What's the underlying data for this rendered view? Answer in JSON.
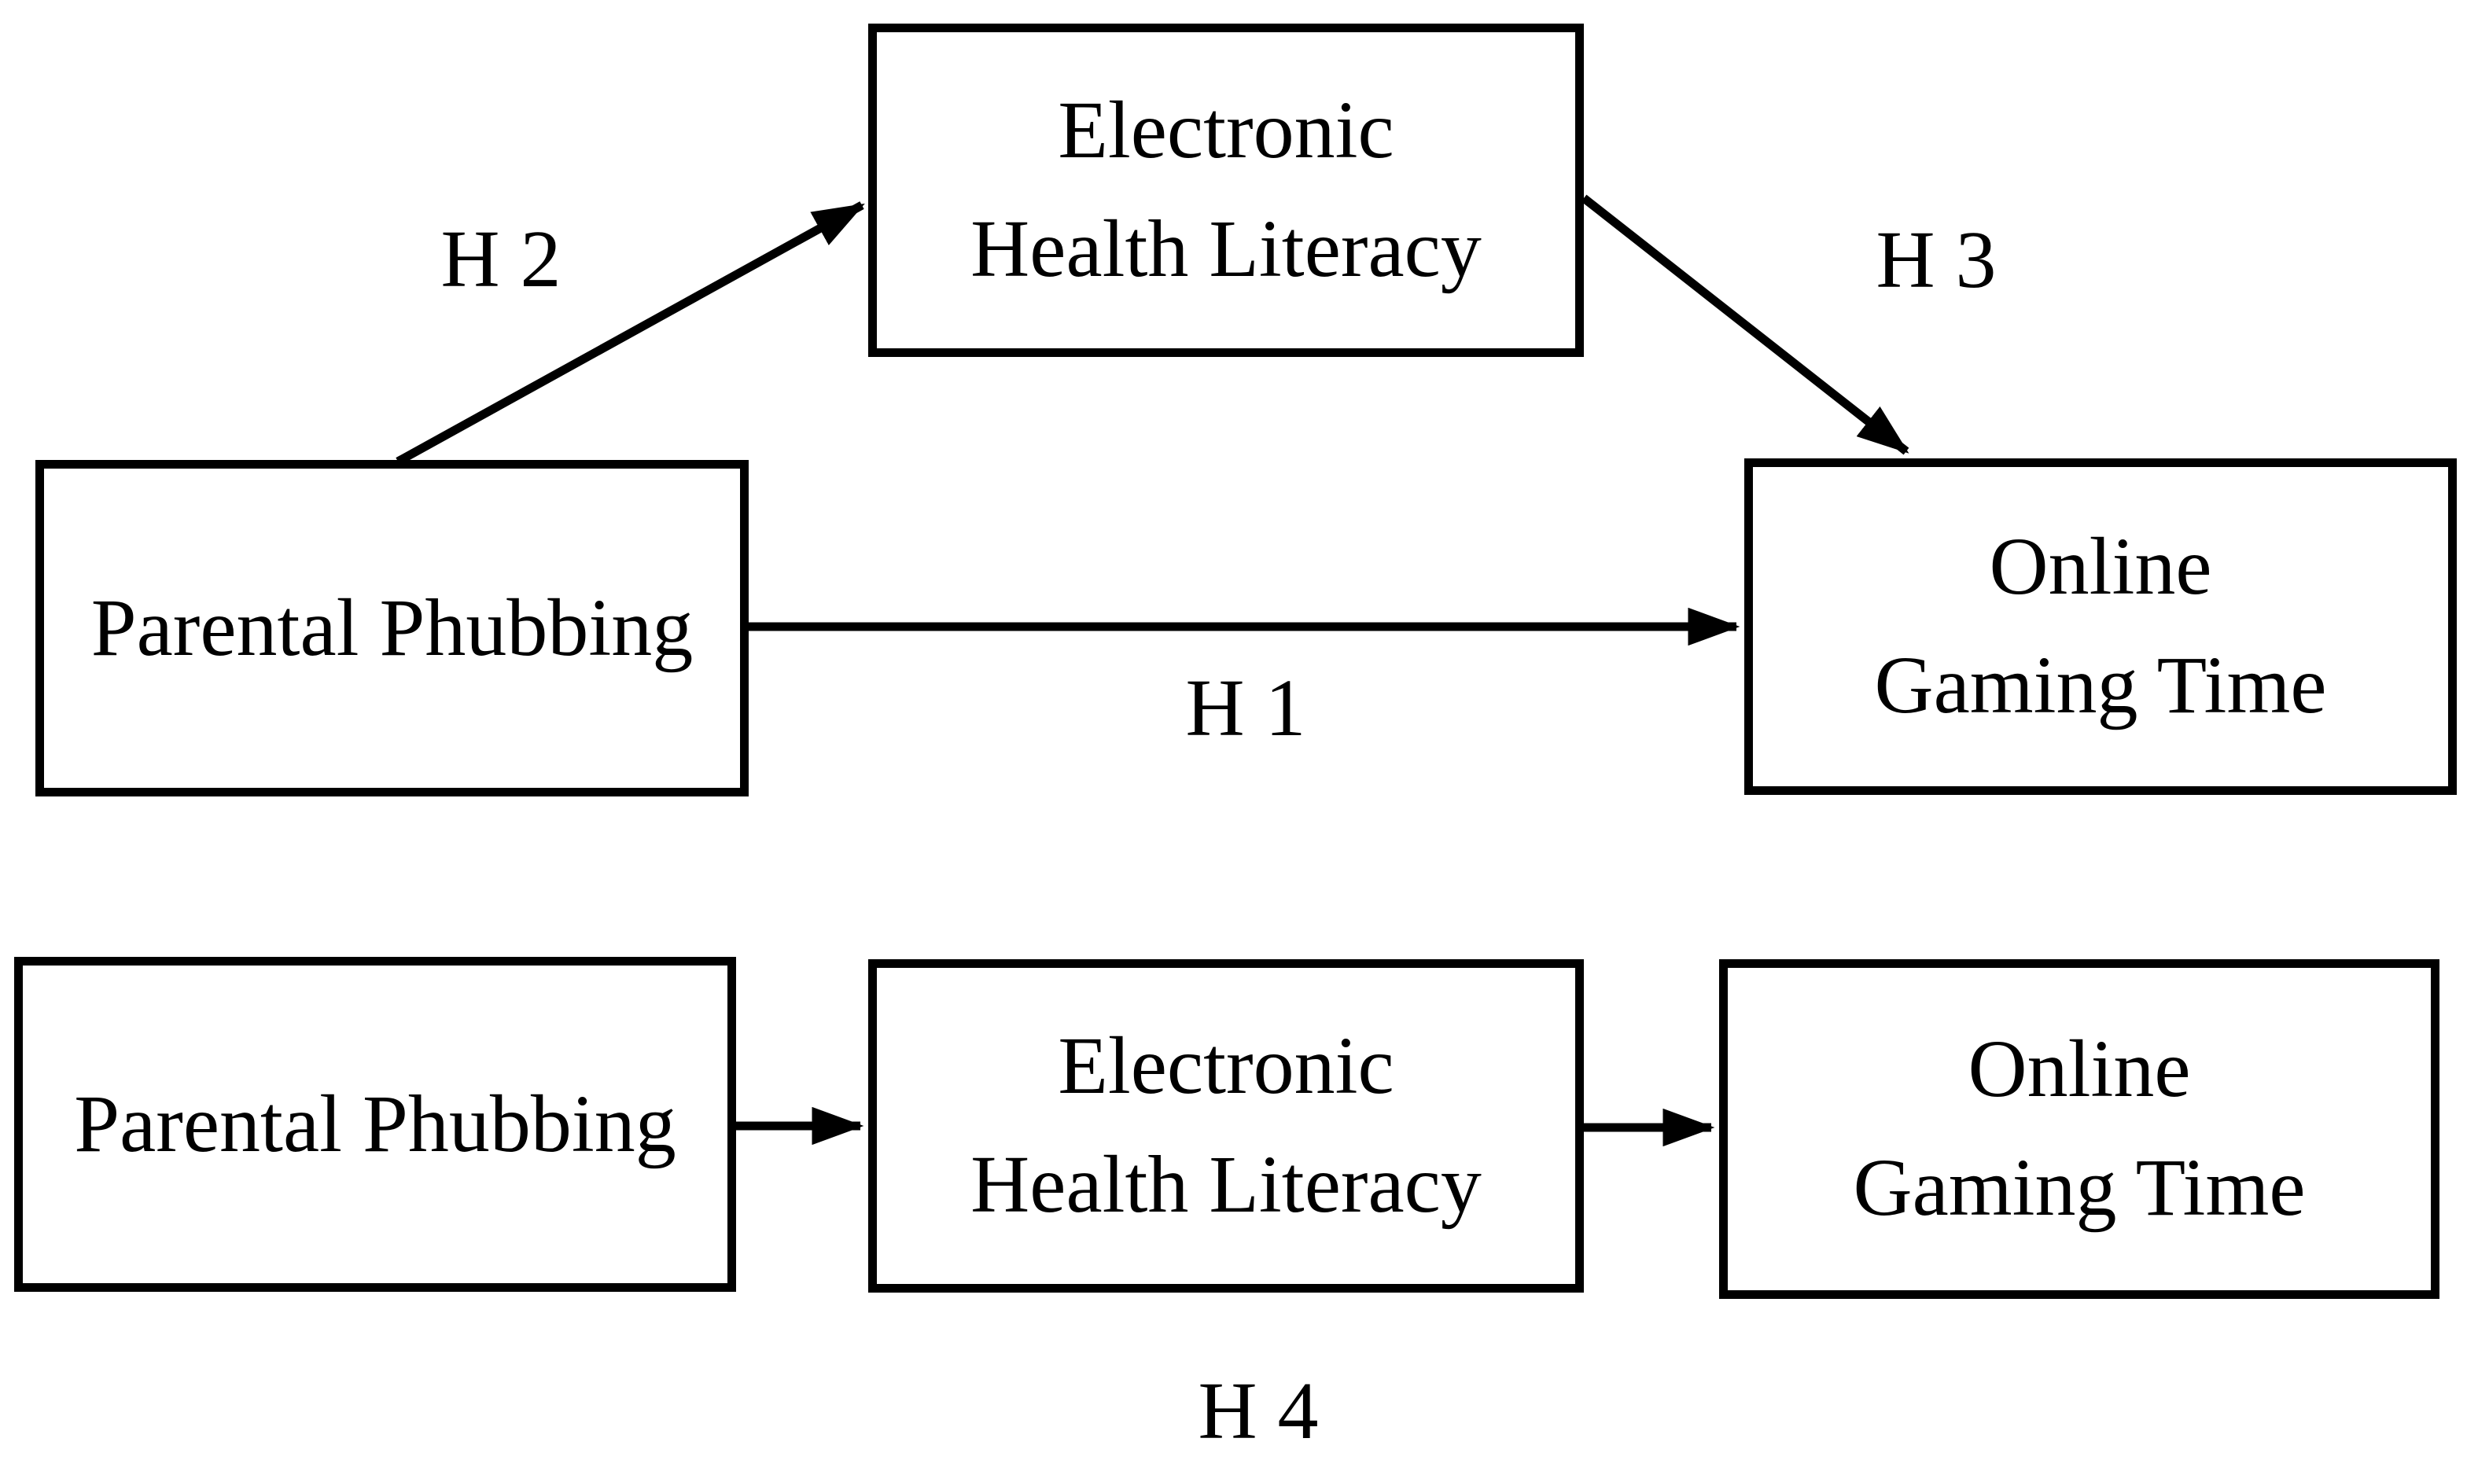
{
  "figure": {
    "kind": "mediation-model-path-diagram",
    "background_color": "#ffffff",
    "line_color": "#000000",
    "text_color": "#000000"
  },
  "top_model": {
    "predictor_label": "Parental Phubbing",
    "mediator_line1": "Electronic",
    "mediator_line2": "Health Literacy",
    "outcome_line1": "Online",
    "outcome_line2": "Gaming Time",
    "arrows": [
      {
        "label": "H 2",
        "from": "Parental Phubbing",
        "to": "Electronic Health Literacy"
      },
      {
        "label": "H 3",
        "from": "Electronic Health Literacy",
        "to": "Online Gaming Time"
      },
      {
        "label": "H 1",
        "from": "Parental Phubbing",
        "to": "Online Gaming Time"
      }
    ]
  },
  "bottom_model": {
    "predictor_label": "Parental Phubbing",
    "mediator_line1": "Electronic",
    "mediator_line2": "Health Literacy",
    "outcome_line1": "Online",
    "outcome_line2": "Gaming Time",
    "arrows": [
      {
        "label": "",
        "from": "Parental Phubbing",
        "to": "Electronic Health Literacy"
      },
      {
        "label": "",
        "from": "Electronic Health Literacy",
        "to": "Online Gaming Time"
      }
    ],
    "indirect_path_label": "H 4"
  }
}
